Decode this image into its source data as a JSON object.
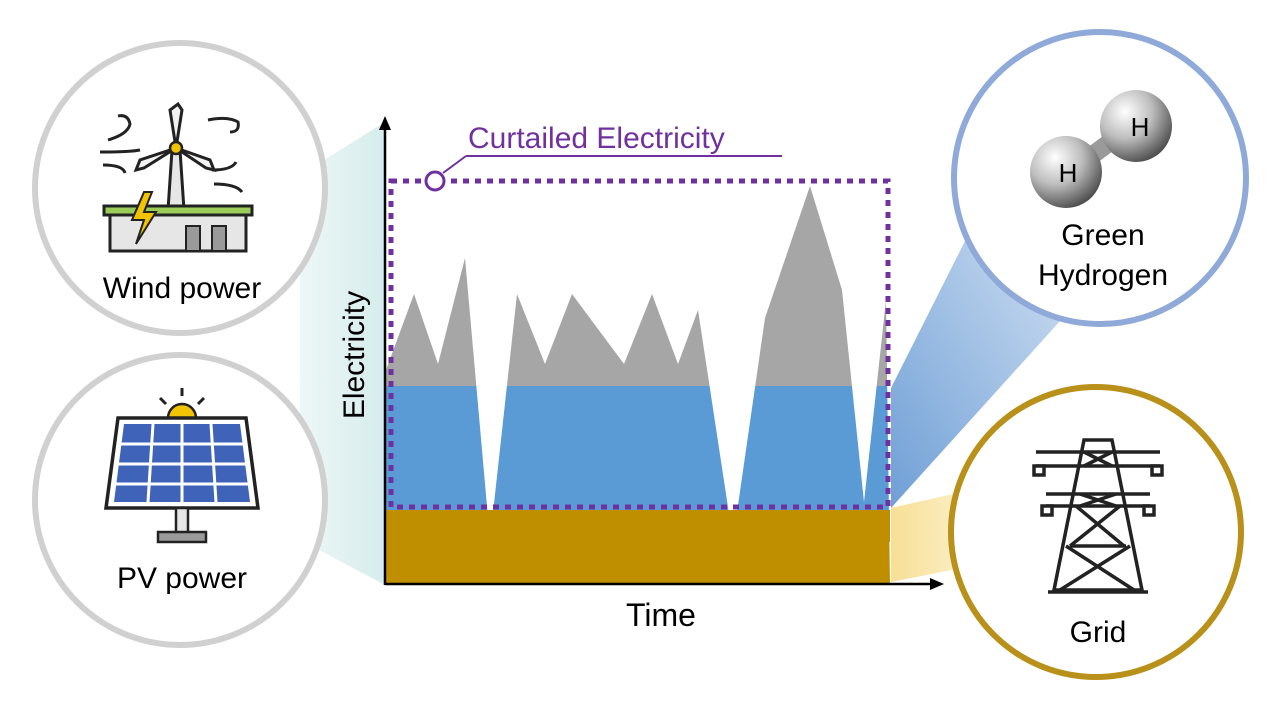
{
  "diagram": {
    "sources": [
      {
        "label": "Wind power",
        "icon": "wind-turbine-icon"
      },
      {
        "label": "PV power",
        "icon": "solar-panel-icon"
      }
    ],
    "outputs": [
      {
        "label_line1": "Green",
        "label_line2": "Hydrogen",
        "icon": "hydrogen-molecule-icon",
        "atom_label": "H",
        "ring_color": "#8fa9d8"
      },
      {
        "label": "Grid",
        "icon": "power-tower-icon",
        "ring_color": "#b8901a"
      }
    ],
    "chart": {
      "x_label": "Time",
      "y_label": "Electricity",
      "curtailed_label": "Curtailed Electricity",
      "colors": {
        "grid_band": "#bf8f00",
        "hydrogen_band": "#5b9bd5",
        "curtailed": "#a6a6a6",
        "curtailed_box": "#7030a0"
      }
    }
  }
}
